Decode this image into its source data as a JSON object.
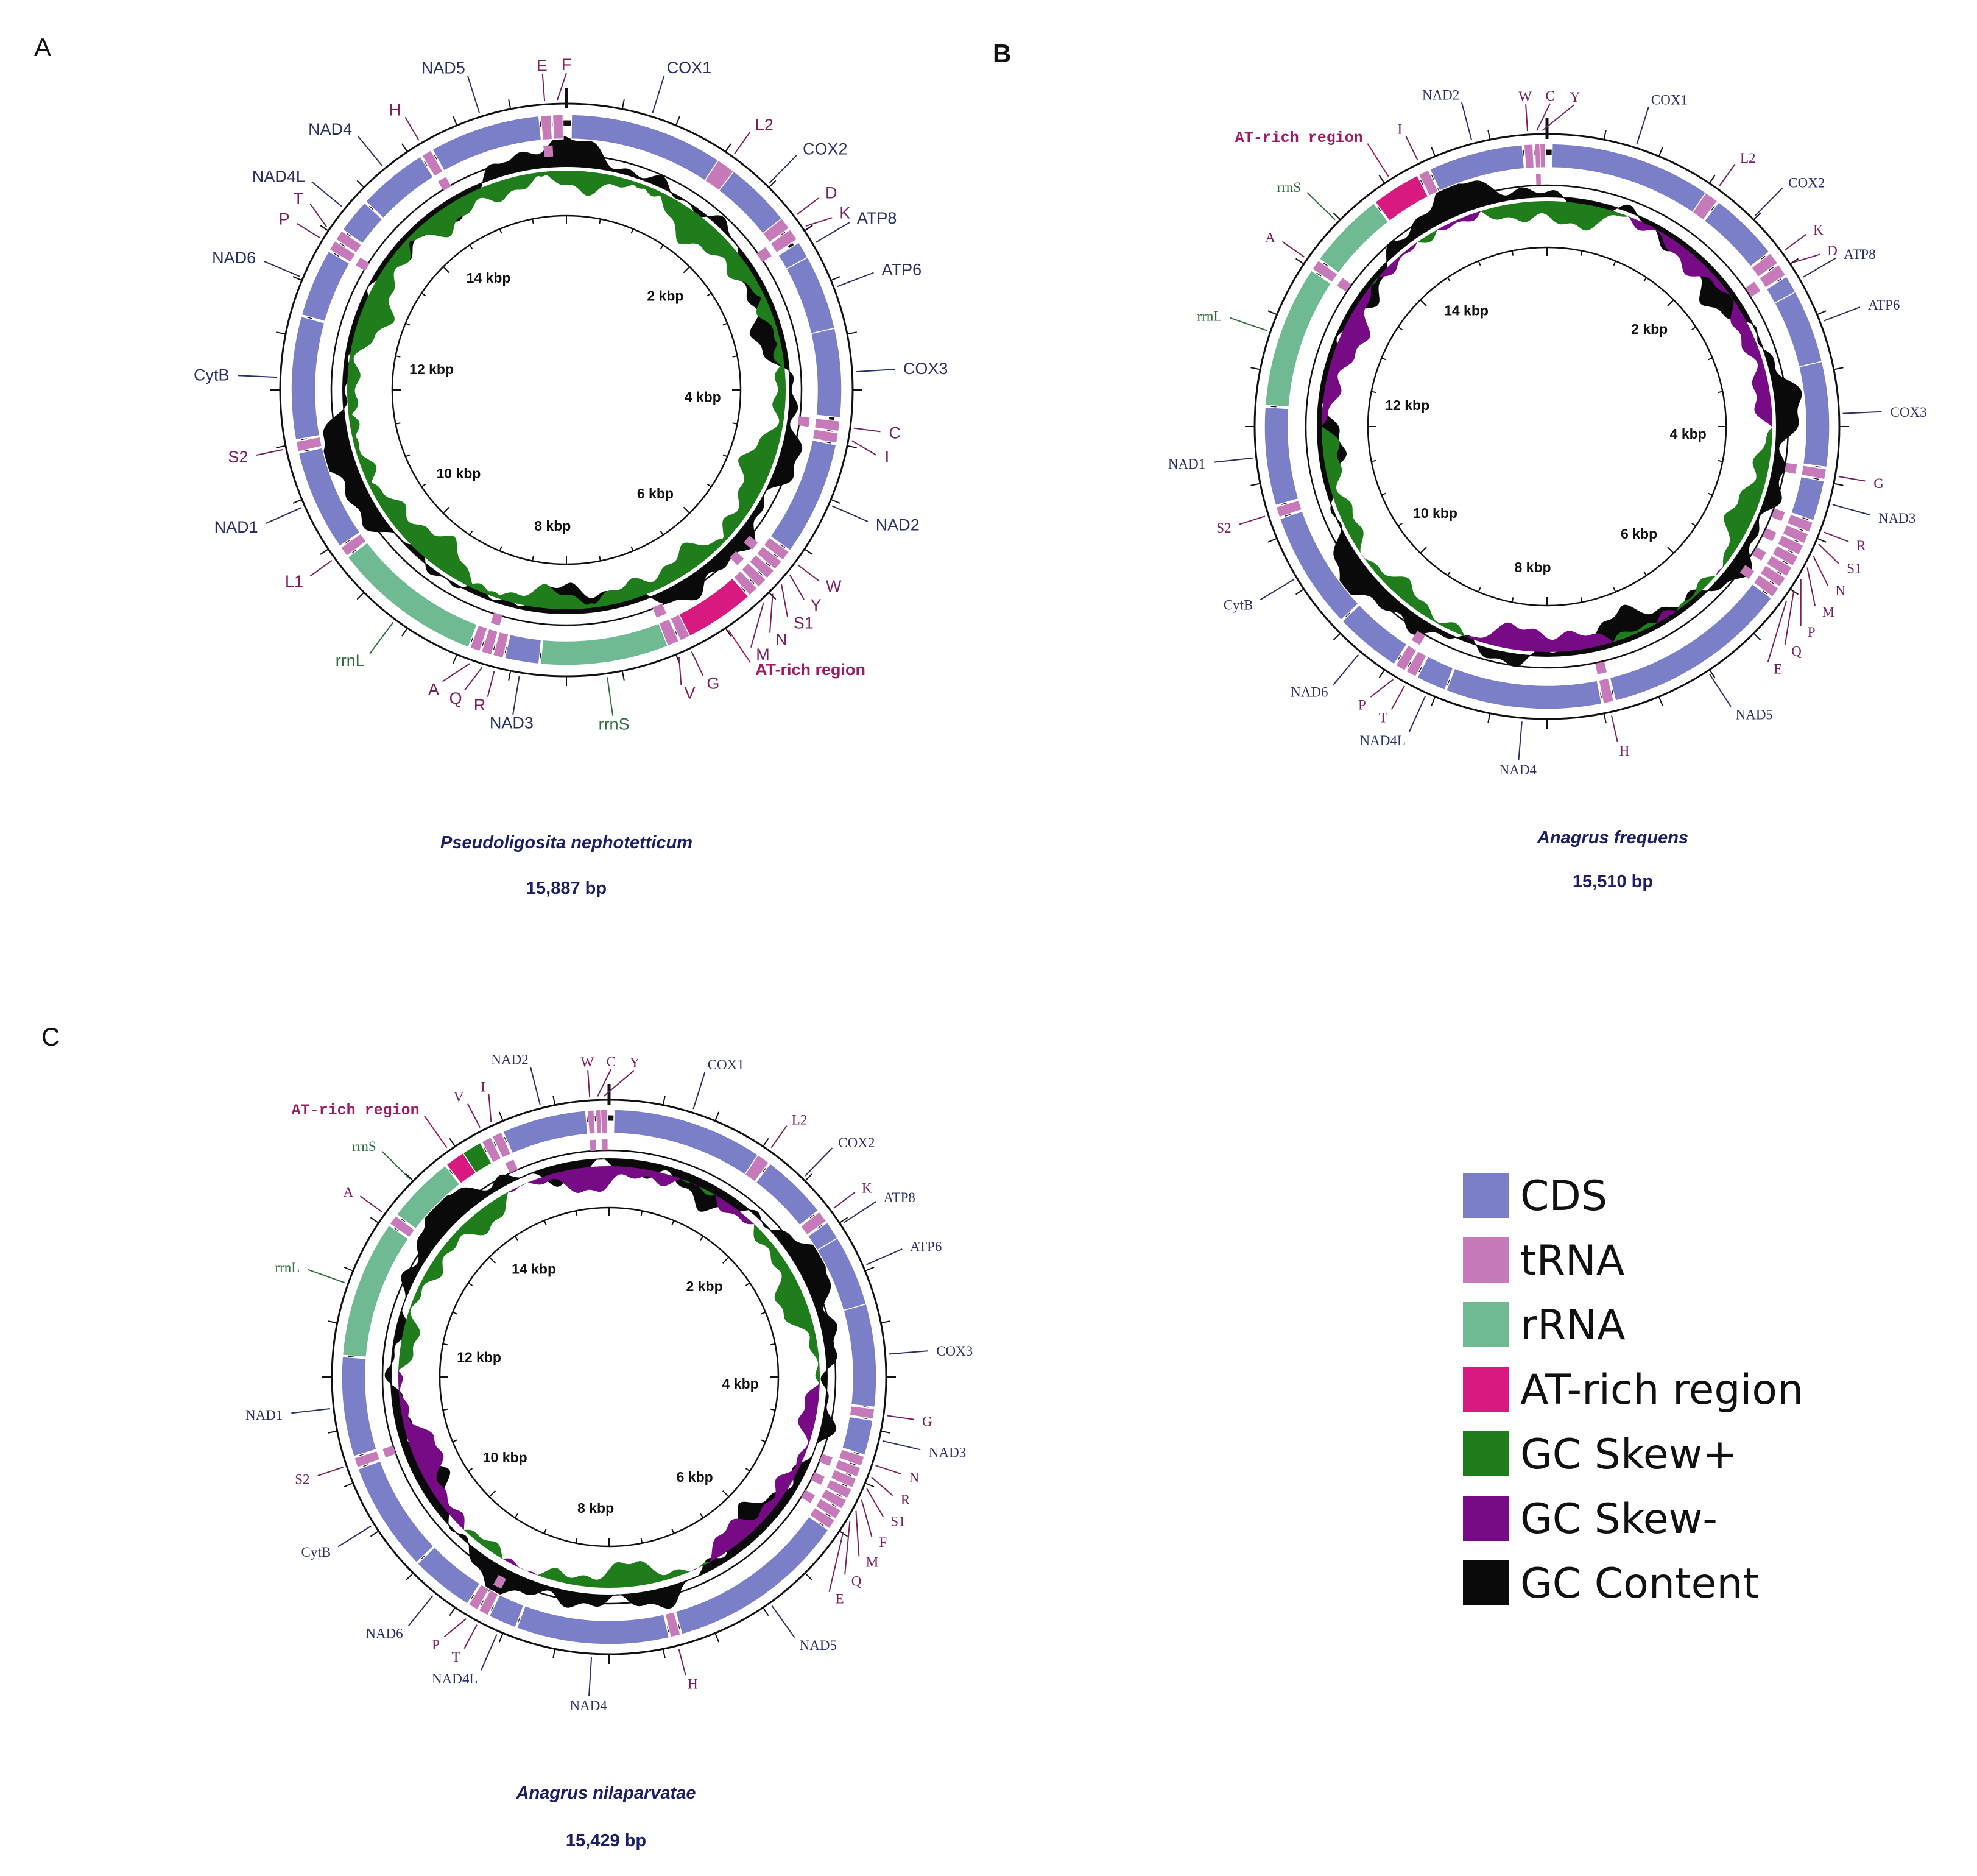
{
  "colors": {
    "cds": "#7b7fc8",
    "trna": "#c77ab9",
    "rrna": "#6fb993",
    "at": "#d8197f",
    "skew_pos": "#1f7d1c",
    "skew_neg": "#770a85",
    "gc": "#0a0a0a",
    "label_dark": "#2a2f66",
    "label_pink": "#7a2060",
    "label_green": "#2e6e3c",
    "label_at": "#a01a62"
  },
  "legend": {
    "items": [
      {
        "label": "CDS",
        "color": "#7b7fc8"
      },
      {
        "label": "tRNA",
        "color": "#c77ab9"
      },
      {
        "label": "rRNA",
        "color": "#6fb993"
      },
      {
        "label": "AT-rich region",
        "color": "#d8197f"
      },
      {
        "label": "GC Skew+",
        "color": "#1f7d1c"
      },
      {
        "label": "GC Skew-",
        "color": "#770a85"
      },
      {
        "label": "GC Content",
        "color": "#0a0a0a"
      }
    ]
  },
  "panels": [
    {
      "letter": "A",
      "species": "Pseudoligosita nephotetticum",
      "size": "15,887 bp",
      "kbp_labels": [
        "2 kbp",
        "4 kbp",
        "6 kbp",
        "8 kbp",
        "10 kbp",
        "12 kbp",
        "14 kbp"
      ],
      "features": [
        {
          "label": "COX1",
          "type": "cds",
          "start": 0.3,
          "end": 9.3
        },
        {
          "label": "L2",
          "type": "trna",
          "start": 9.3,
          "end": 10.4
        },
        {
          "label": "COX2",
          "type": "cds",
          "start": 10.4,
          "end": 14.3
        },
        {
          "label": "D",
          "type": "trna",
          "start": 14.3,
          "end": 15.0
        },
        {
          "label": "K",
          "type": "trna",
          "start": 15.1,
          "end": 15.8
        },
        {
          "label": "ATP8",
          "type": "cds",
          "start": 16.0,
          "end": 17.0
        },
        {
          "label": "ATP6",
          "type": "cds",
          "start": 17.0,
          "end": 21.4
        },
        {
          "label": "COX3",
          "type": "cds",
          "start": 21.4,
          "end": 26.6
        },
        {
          "label": "C",
          "type": "trna",
          "start": 26.8,
          "end": 27.4
        },
        {
          "label": "I",
          "type": "trna",
          "start": 27.5,
          "end": 28.1
        },
        {
          "label": "NAD2",
          "type": "cds",
          "start": 28.2,
          "end": 34.9
        },
        {
          "label": "W",
          "type": "trna",
          "start": 35.0,
          "end": 35.6
        },
        {
          "label": "Y",
          "type": "trna",
          "start": 35.7,
          "end": 36.3
        },
        {
          "label": "S1",
          "type": "trna",
          "start": 36.4,
          "end": 37.0
        },
        {
          "label": "N",
          "type": "trna",
          "start": 37.1,
          "end": 37.7
        },
        {
          "label": "M",
          "type": "trna",
          "start": 37.8,
          "end": 38.4
        },
        {
          "label": "AT-rich region",
          "type": "at",
          "start": 38.5,
          "end": 42.6
        },
        {
          "label": "G",
          "type": "trna",
          "start": 42.6,
          "end": 43.2
        },
        {
          "label": "V",
          "type": "trna",
          "start": 43.3,
          "end": 44.0
        },
        {
          "label": "rrnS",
          "type": "rrna",
          "start": 44.0,
          "end": 51.5
        },
        {
          "label": "NAD3",
          "type": "cds",
          "start": 51.6,
          "end": 53.6
        },
        {
          "label": "R",
          "type": "trna",
          "start": 53.7,
          "end": 54.3
        },
        {
          "label": "Q",
          "type": "trna",
          "start": 54.4,
          "end": 55.0
        },
        {
          "label": "A",
          "type": "trna",
          "start": 55.1,
          "end": 55.7
        },
        {
          "label": "rrnL",
          "type": "rrna",
          "start": 55.8,
          "end": 64.6
        },
        {
          "label": "L1",
          "type": "trna",
          "start": 64.7,
          "end": 65.3
        },
        {
          "label": "NAD1",
          "type": "cds",
          "start": 65.4,
          "end": 71.3
        },
        {
          "label": "S2",
          "type": "trna",
          "start": 71.4,
          "end": 72.0
        },
        {
          "label": "CytB",
          "type": "cds",
          "start": 72.1,
          "end": 79.3
        },
        {
          "label": "NAD6",
          "type": "cds",
          "start": 79.4,
          "end": 83.4
        },
        {
          "label": "P",
          "type": "trna",
          "start": 83.5,
          "end": 84.1
        },
        {
          "label": "T",
          "type": "trna",
          "start": 84.2,
          "end": 84.8
        },
        {
          "label": "NAD4L",
          "type": "cds",
          "start": 84.9,
          "end": 86.9
        },
        {
          "label": "NAD4",
          "type": "cds",
          "start": 87.0,
          "end": 91.1
        },
        {
          "label": "H",
          "type": "trna",
          "start": 91.2,
          "end": 91.8
        },
        {
          "label": "NAD5",
          "type": "cds",
          "start": 91.9,
          "end": 98.4
        },
        {
          "label": "E",
          "type": "trna",
          "start": 98.5,
          "end": 99.1
        },
        {
          "label": "F",
          "type": "trna",
          "start": 99.2,
          "end": 99.8
        }
      ]
    },
    {
      "letter": "B",
      "species": "Anagrus frequens",
      "size": "15,510 bp",
      "kbp_labels": [
        "2 kbp",
        "4 kbp",
        "6 kbp",
        "8 kbp",
        "10 kbp",
        "12 kbp",
        "14 kbp"
      ],
      "features": [
        {
          "label": "COX1",
          "type": "cds",
          "start": 0.3,
          "end": 9.5
        },
        {
          "label": "L2",
          "type": "trna",
          "start": 9.5,
          "end": 10.3
        },
        {
          "label": "COX2",
          "type": "cds",
          "start": 10.4,
          "end": 14.4
        },
        {
          "label": "K",
          "type": "trna",
          "start": 14.5,
          "end": 15.2
        },
        {
          "label": "D",
          "type": "trna",
          "start": 15.3,
          "end": 16.0
        },
        {
          "label": "ATP8",
          "type": "cds",
          "start": 16.1,
          "end": 17.1
        },
        {
          "label": "ATP6",
          "type": "cds",
          "start": 17.1,
          "end": 21.3
        },
        {
          "label": "COX3",
          "type": "cds",
          "start": 21.3,
          "end": 27.3
        },
        {
          "label": "G",
          "type": "trna",
          "start": 27.4,
          "end": 28.0
        },
        {
          "label": "NAD3",
          "type": "cds",
          "start": 28.1,
          "end": 30.4
        },
        {
          "label": "R",
          "type": "trna",
          "start": 30.5,
          "end": 31.1
        },
        {
          "label": "S1",
          "type": "trna",
          "start": 31.2,
          "end": 31.8
        },
        {
          "label": "N",
          "type": "trna",
          "start": 31.9,
          "end": 32.5
        },
        {
          "label": "M",
          "type": "trna",
          "start": 32.6,
          "end": 33.2
        },
        {
          "label": "P",
          "type": "trna",
          "start": 33.3,
          "end": 33.9
        },
        {
          "label": "Q",
          "type": "trna",
          "start": 34.0,
          "end": 34.6
        },
        {
          "label": "E",
          "type": "trna",
          "start": 34.7,
          "end": 35.3
        },
        {
          "label": "NAD5",
          "type": "cds",
          "start": 35.4,
          "end": 46.1
        },
        {
          "label": "H",
          "type": "trna",
          "start": 46.2,
          "end": 46.8
        },
        {
          "label": "NAD4",
          "type": "cds",
          "start": 46.9,
          "end": 55.8
        },
        {
          "label": "NAD4L",
          "type": "cds",
          "start": 55.9,
          "end": 57.6
        },
        {
          "label": "T",
          "type": "trna",
          "start": 57.7,
          "end": 58.3
        },
        {
          "label": "P",
          "type": "trna",
          "start": 58.4,
          "end": 59.0
        },
        {
          "label": "NAD6",
          "type": "cds",
          "start": 59.1,
          "end": 62.9
        },
        {
          "label": "CytB",
          "type": "cds",
          "start": 63.0,
          "end": 69.7
        },
        {
          "label": "S2",
          "type": "trna",
          "start": 69.8,
          "end": 70.4
        },
        {
          "label": "NAD1",
          "type": "cds",
          "start": 70.5,
          "end": 76.1
        },
        {
          "label": "rrnL",
          "type": "rrna",
          "start": 76.2,
          "end": 84.3
        },
        {
          "label": "A",
          "type": "trna",
          "start": 84.4,
          "end": 85.0
        },
        {
          "label": "rrnS",
          "type": "rrna",
          "start": 85.1,
          "end": 89.5
        },
        {
          "label": "AT-rich region",
          "type": "at",
          "start": 89.6,
          "end": 92.4
        },
        {
          "label": "I",
          "type": "trna",
          "start": 92.5,
          "end": 93.1
        },
        {
          "label": "NAD2",
          "type": "cds",
          "start": 93.2,
          "end": 98.6
        },
        {
          "label": "W",
          "type": "trna",
          "start": 98.7,
          "end": 99.2
        },
        {
          "label": "C",
          "type": "trna",
          "start": 99.3,
          "end": 99.6
        },
        {
          "label": "Y",
          "type": "trna",
          "start": 99.6,
          "end": 99.9
        }
      ]
    },
    {
      "letter": "C",
      "species": "Anagrus nilaparvatae",
      "size": "15,429 bp",
      "kbp_labels": [
        "2 kbp",
        "4 kbp",
        "6 kbp",
        "8 kbp",
        "10 kbp",
        "12 kbp",
        "14 kbp"
      ],
      "features": [
        {
          "label": "COX1",
          "type": "cds",
          "start": 0.3,
          "end": 9.4
        },
        {
          "label": "L2",
          "type": "trna",
          "start": 9.4,
          "end": 10.2
        },
        {
          "label": "COX2",
          "type": "cds",
          "start": 10.3,
          "end": 14.3
        },
        {
          "label": "K",
          "type": "trna",
          "start": 14.4,
          "end": 15.1
        },
        {
          "label": "ATP8",
          "type": "cds",
          "start": 15.2,
          "end": 16.3
        },
        {
          "label": "ATP6",
          "type": "cds",
          "start": 16.3,
          "end": 20.6
        },
        {
          "label": "COX3",
          "type": "cds",
          "start": 20.6,
          "end": 26.8
        },
        {
          "label": "G",
          "type": "trna",
          "start": 26.9,
          "end": 27.5
        },
        {
          "label": "NAD3",
          "type": "cds",
          "start": 27.6,
          "end": 29.7
        },
        {
          "label": "N",
          "type": "trna",
          "start": 29.8,
          "end": 30.4
        },
        {
          "label": "R",
          "type": "trna",
          "start": 30.5,
          "end": 31.1
        },
        {
          "label": "S1",
          "type": "trna",
          "start": 31.2,
          "end": 31.8
        },
        {
          "label": "F",
          "type": "trna",
          "start": 31.9,
          "end": 32.5
        },
        {
          "label": "M",
          "type": "trna",
          "start": 32.6,
          "end": 33.2
        },
        {
          "label": "Q",
          "type": "trna",
          "start": 33.3,
          "end": 33.9
        },
        {
          "label": "E",
          "type": "trna",
          "start": 34.0,
          "end": 34.6
        },
        {
          "label": "NAD5",
          "type": "cds",
          "start": 34.7,
          "end": 45.6
        },
        {
          "label": "H",
          "type": "trna",
          "start": 45.7,
          "end": 46.3
        },
        {
          "label": "NAD4",
          "type": "cds",
          "start": 46.4,
          "end": 55.6
        },
        {
          "label": "NAD4L",
          "type": "cds",
          "start": 55.7,
          "end": 57.4
        },
        {
          "label": "T",
          "type": "trna",
          "start": 57.5,
          "end": 58.1
        },
        {
          "label": "P",
          "type": "trna",
          "start": 58.2,
          "end": 58.8
        },
        {
          "label": "NAD6",
          "type": "cds",
          "start": 58.9,
          "end": 62.7
        },
        {
          "label": "CytB",
          "type": "cds",
          "start": 62.8,
          "end": 69.4
        },
        {
          "label": "S2",
          "type": "trna",
          "start": 69.5,
          "end": 70.1
        },
        {
          "label": "NAD1",
          "type": "cds",
          "start": 70.2,
          "end": 76.2
        },
        {
          "label": "rrnL",
          "type": "rrna",
          "start": 76.3,
          "end": 84.6
        },
        {
          "label": "A",
          "type": "trna",
          "start": 84.7,
          "end": 85.3
        },
        {
          "label": "rrnS",
          "type": "rrna",
          "start": 85.4,
          "end": 89.5
        },
        {
          "label": "AT-rich region",
          "type": "at",
          "start": 89.6,
          "end": 90.8
        },
        {
          "label": "GC Skew+",
          "type": "skewpos",
          "start": 90.8,
          "end": 92.0
        },
        {
          "label": "V",
          "type": "trna",
          "start": 92.1,
          "end": 92.7
        },
        {
          "label": "I",
          "type": "trna",
          "start": 92.8,
          "end": 93.4
        },
        {
          "label": "NAD2",
          "type": "cds",
          "start": 93.5,
          "end": 98.6
        },
        {
          "label": "W",
          "type": "trna",
          "start": 98.7,
          "end": 99.1
        },
        {
          "label": "C",
          "type": "trna",
          "start": 99.2,
          "end": 99.5
        },
        {
          "label": "Y",
          "type": "trna",
          "start": 99.5,
          "end": 99.9
        }
      ]
    }
  ]
}
